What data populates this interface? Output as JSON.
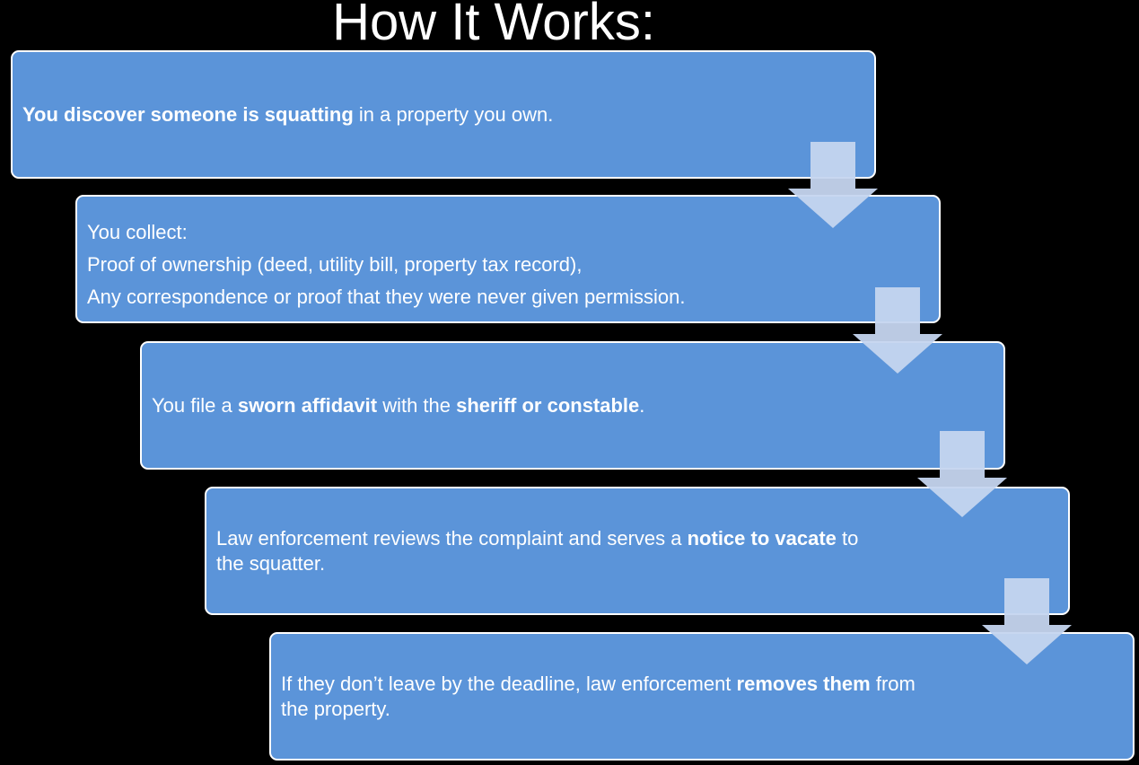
{
  "title": "How It Works:",
  "steps": [
    {
      "parts": [
        {
          "text": "You discover someone is squatting",
          "bold": true
        },
        {
          "text": " in a property you own.",
          "bold": false
        }
      ]
    },
    {
      "lines": [
        "You collect:",
        "Proof of ownership (deed, utility bill, property tax record),",
        "Any correspondence or proof that they were never given permission."
      ]
    },
    {
      "parts": [
        {
          "text": "You file a ",
          "bold": false
        },
        {
          "text": "sworn affidavit",
          "bold": true
        },
        {
          "text": " with the ",
          "bold": false
        },
        {
          "text": "sheriff or constable",
          "bold": true
        },
        {
          "text": ".",
          "bold": false
        }
      ]
    },
    {
      "parts": [
        {
          "text": "Law enforcement reviews the complaint and serves a ",
          "bold": false
        },
        {
          "text": "notice to vacate",
          "bold": true
        },
        {
          "text": " to the squatter.",
          "bold": false
        }
      ]
    },
    {
      "parts": [
        {
          "text": "If they don’t leave by the deadline, law enforcement ",
          "bold": false
        },
        {
          "text": "removes them",
          "bold": true
        },
        {
          "text": " from the property.",
          "bold": false
        }
      ]
    }
  ],
  "colors": {
    "background": "#000000",
    "box_fill": "#5b94d9",
    "box_border": "#ffffff",
    "arrow_fill": "#c5d5ef",
    "text": "#ffffff"
  },
  "icons": {
    "connector": "down-arrow-icon"
  }
}
